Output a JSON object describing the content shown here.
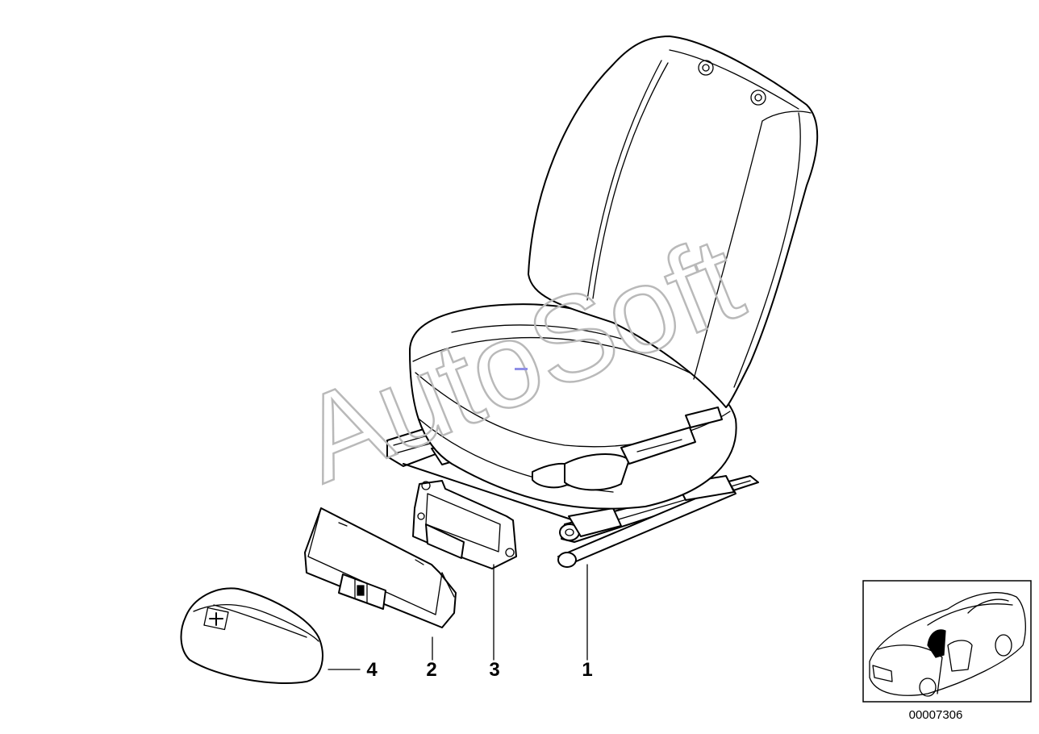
{
  "watermark": "AutoSoft",
  "parts": [
    {
      "number": "1"
    },
    {
      "number": "2"
    },
    {
      "number": "3"
    },
    {
      "number": "4"
    }
  ],
  "thumbnail": {
    "code": "00007306"
  },
  "colors": {
    "line": "#000000",
    "background": "#ffffff",
    "watermark": "#b9b9b9",
    "marker": "#8f8fe6"
  }
}
